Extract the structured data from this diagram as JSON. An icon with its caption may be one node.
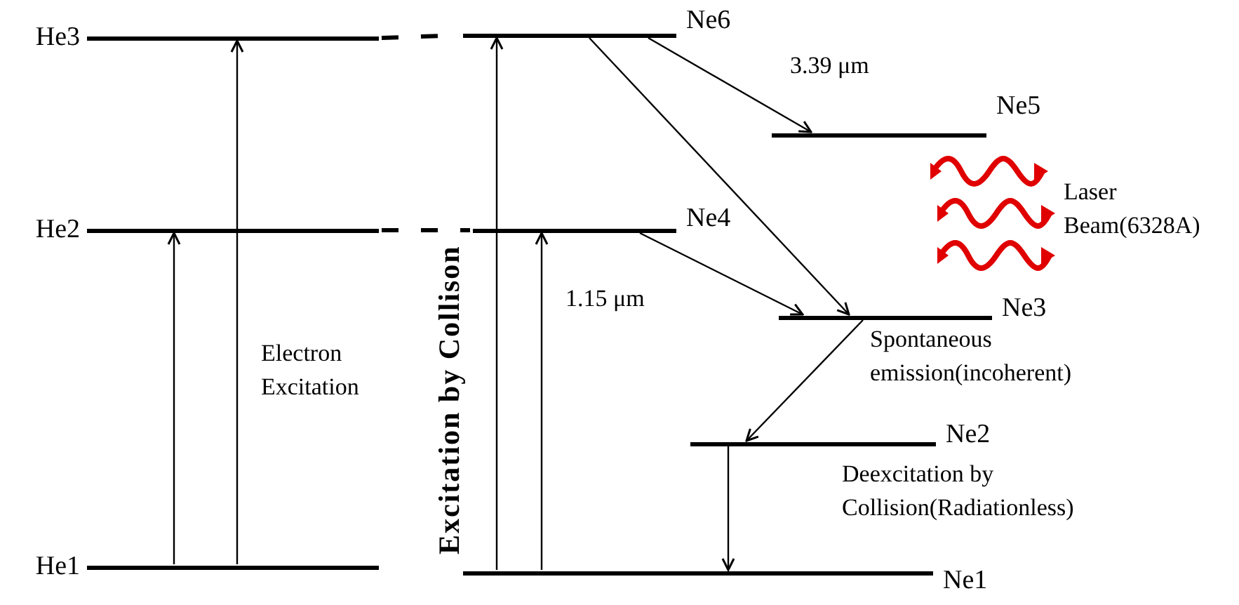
{
  "diagram": {
    "nodes": [
      {
        "text": [
          "He3"
        ]
      },
      {
        "text": [
          "He2"
        ]
      },
      {
        "text": [
          "He1"
        ]
      },
      {
        "text": [
          "Ne6"
        ]
      },
      {
        "text": [
          "Ne5"
        ]
      },
      {
        "text": [
          "Ne4"
        ]
      },
      {
        "text": [
          "Ne3"
        ]
      },
      {
        "text": [
          "Ne2"
        ]
      },
      {
        "text": [
          "Ne1"
        ]
      }
    ],
    "edges": [
      {
        "from": 2,
        "to": 1,
        "arrow": "to"
      },
      {
        "from": 2,
        "to": 0,
        "arrow": "to"
      },
      {
        "from": 8,
        "to": 3,
        "arrow": "to"
      },
      {
        "from": 8,
        "to": 5,
        "arrow": "to"
      },
      {
        "from": 3,
        "to": 4,
        "arrow": "to",
        "label": "3.39 μm"
      },
      {
        "from": 3,
        "to": 6,
        "arrow": "to"
      },
      {
        "from": 5,
        "to": 6,
        "arrow": "to",
        "label": "1.15 μm"
      },
      {
        "from": 6,
        "to": 7,
        "arrow": "to"
      },
      {
        "from": 7,
        "to": 8,
        "arrow": "to"
      },
      {
        "from": 0,
        "to": 3,
        "arrow": "none",
        "style": "dashed"
      },
      {
        "from": 1,
        "to": 5,
        "arrow": "none",
        "style": "dashed"
      }
    ],
    "labels": [
      "Electron Excitation",
      "Excitation by Collison",
      "Laser Beam(6328A)",
      "Spontaneous emission(incoherent)",
      "Deexcitation by Collision(Radiationless)"
    ]
  }
}
